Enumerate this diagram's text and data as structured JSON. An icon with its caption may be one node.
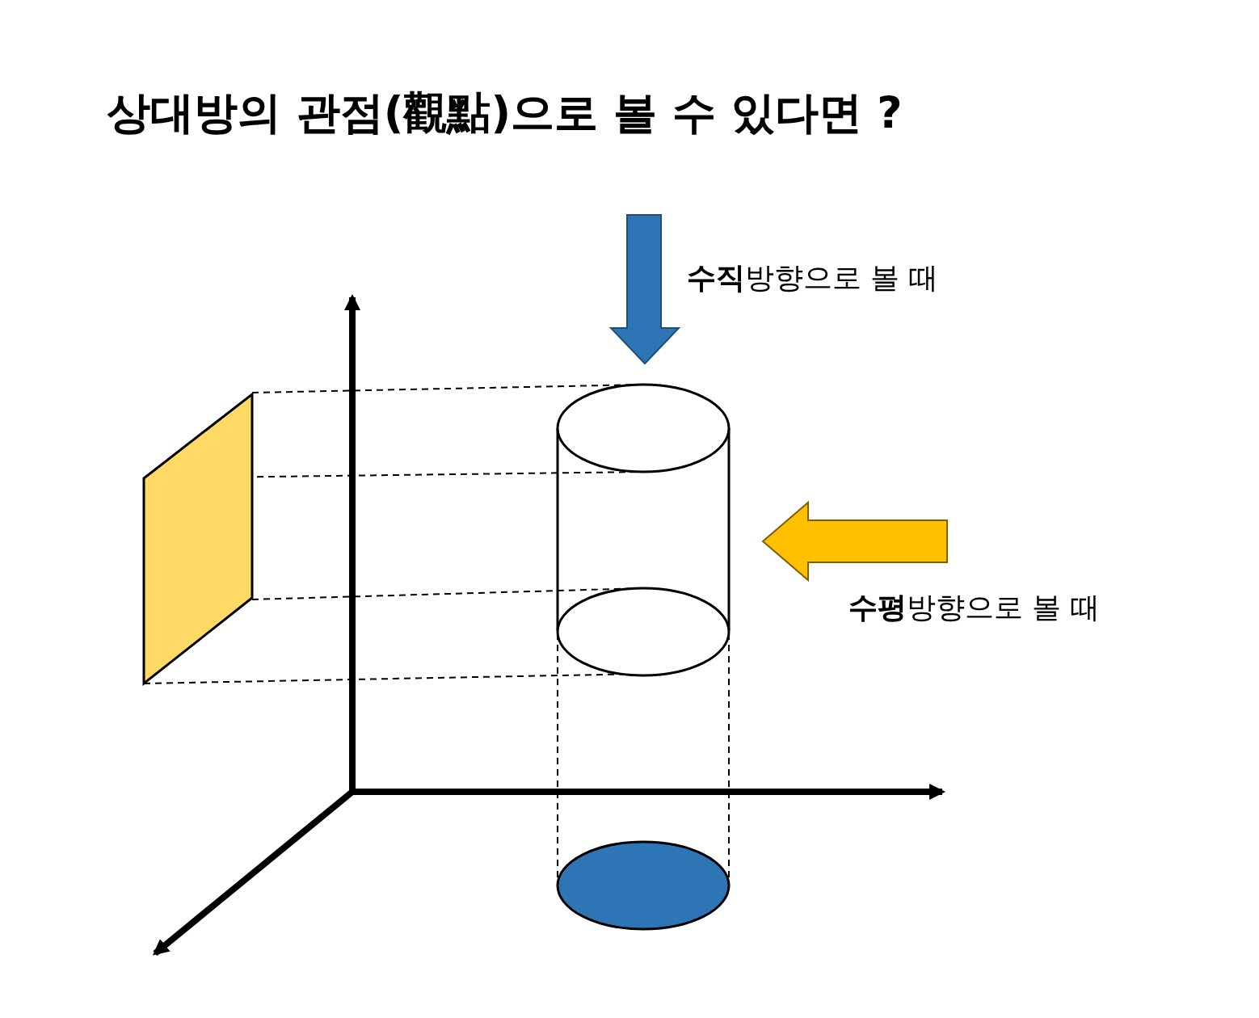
{
  "diagram": {
    "title": "상대방의 관점(觀點)으로 볼 수 있다면 ?",
    "labels": [
      "**수직**방향으로 볼 때",
      "**수평**방향으로 볼 때"
    ]
  }
}
